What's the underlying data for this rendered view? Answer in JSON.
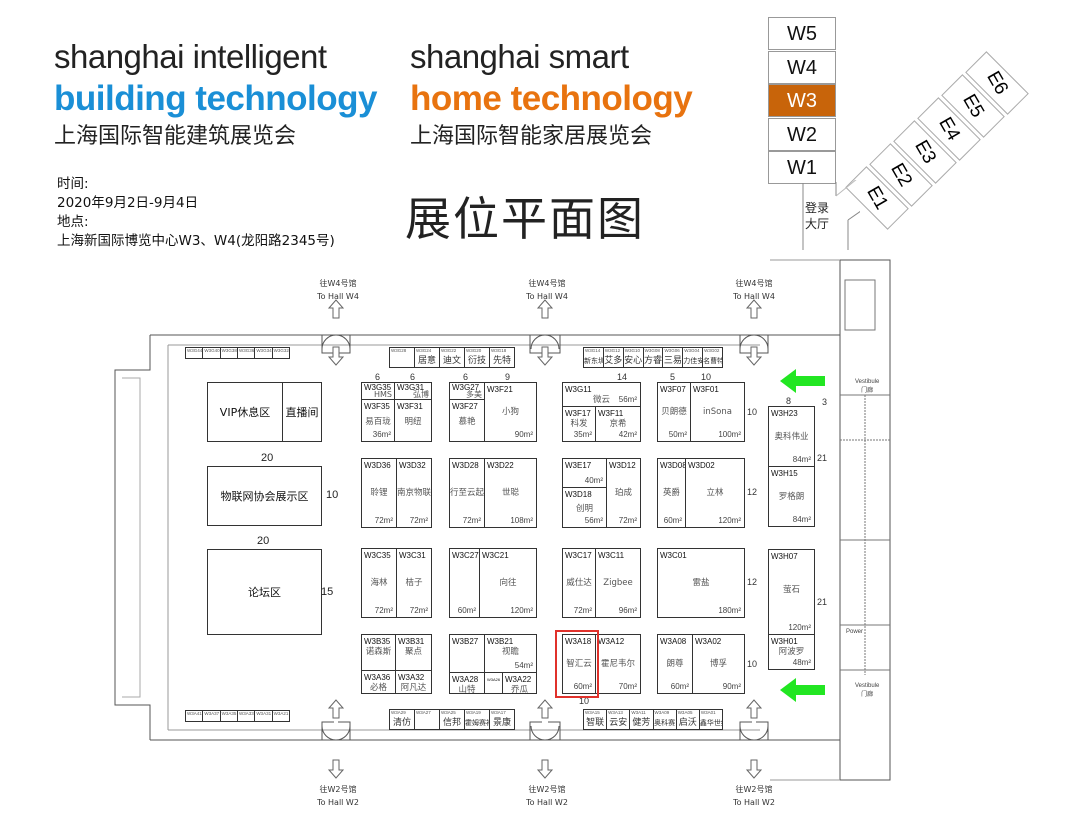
{
  "header": {
    "left_brand": {
      "line1": "shanghai intelligent",
      "line2": "building technology",
      "cn": "上海国际智能建筑展览会",
      "accent": "#1a8fd6"
    },
    "right_brand": {
      "line1": "shanghai smart",
      "line2": "home technology",
      "cn": "上海国际智能家居展览会",
      "accent": "#e8730f"
    },
    "info": {
      "time_label": "时间:",
      "time": "2020年9月2日-9月4日",
      "place_label": "地点:",
      "place": "上海新国际博览中心W3、W4(龙阳路2345号)"
    },
    "title": "展位平面图"
  },
  "hall_map": {
    "west_halls": [
      "W5",
      "W4",
      "W3",
      "W2",
      "W1"
    ],
    "current_hall": "W3",
    "current_color": "#c8640a",
    "east_halls": [
      "E1",
      "E2",
      "E3",
      "E4",
      "E5",
      "E6"
    ],
    "lobby": "登录\n大厅"
  },
  "gates": {
    "top": {
      "cn": "往W4号馆",
      "en": "To Hall W4"
    },
    "bottom": {
      "cn": "往W2号馆",
      "en": "To Hall W2"
    },
    "vestibule": {
      "en": "Vestibule",
      "cn": "门廊"
    },
    "power": "Power"
  },
  "zones": {
    "vip": "VIP休息区",
    "live": "直播间",
    "iot": "物联网协会展示区",
    "forum": "论坛区",
    "dims": [
      "20",
      "10",
      "20",
      "15"
    ]
  },
  "dims_top": [
    "6",
    "6",
    "6",
    "9",
    "14",
    "5",
    "10"
  ],
  "dims_side": [
    "10",
    "12",
    "12",
    "10",
    "8",
    "21",
    "21",
    "3",
    "10"
  ],
  "booths": [
    {
      "id": "W3G35",
      "name": "HMS",
      "area": ""
    },
    {
      "id": "W3G31",
      "name": "弘博",
      "area": ""
    },
    {
      "id": "W3F35",
      "name": "易百珑",
      "area": "36m²"
    },
    {
      "id": "W3F31",
      "name": "明纽",
      "area": ""
    },
    {
      "id": "W3G27",
      "name": "多美",
      "area": ""
    },
    {
      "id": "W3F27",
      "name": "慕艳",
      "area": ""
    },
    {
      "id": "W3F21",
      "name": "小狗",
      "area": "90m²"
    },
    {
      "id": "W3G11",
      "name": "微云",
      "area": "56m²"
    },
    {
      "id": "W3F17",
      "name": "科发",
      "area": "35m²"
    },
    {
      "id": "W3F11",
      "name": "京希",
      "area": "42m²"
    },
    {
      "id": "W3F07",
      "name": "贝朗德",
      "area": "50m²"
    },
    {
      "id": "W3F01",
      "name": "inSona",
      "area": "100m²"
    },
    {
      "id": "W3D36",
      "name": "聆锂",
      "area": "72m²"
    },
    {
      "id": "W3D32",
      "name": "南京物联",
      "area": "72m²"
    },
    {
      "id": "W3D28",
      "name": "行至云起",
      "area": "72m²"
    },
    {
      "id": "W3D22",
      "name": "世聪",
      "area": "108m²"
    },
    {
      "id": "W3E17",
      "name": "",
      "area": "40m²"
    },
    {
      "id": "W3D18",
      "name": "创明",
      "area": "56m²"
    },
    {
      "id": "W3D12",
      "name": "珀成",
      "area": "72m²"
    },
    {
      "id": "W3D08",
      "name": "英爵",
      "area": "60m²"
    },
    {
      "id": "W3D02",
      "name": "立林",
      "area": "120m²"
    },
    {
      "id": "W3C35",
      "name": "海林",
      "area": "72m²"
    },
    {
      "id": "W3C31",
      "name": "桔子",
      "area": "72m²"
    },
    {
      "id": "W3C27",
      "name": "",
      "area": "60m²"
    },
    {
      "id": "W3C21",
      "name": "向往",
      "area": "120m²"
    },
    {
      "id": "W3C17",
      "name": "威仕达",
      "area": "72m²"
    },
    {
      "id": "W3C11",
      "name": "Zigbee",
      "area": "96m²"
    },
    {
      "id": "W3C01",
      "name": "雷盐",
      "area": "180m²"
    },
    {
      "id": "W3B35",
      "name": "诺森斯",
      "area": ""
    },
    {
      "id": "W3B31",
      "name": "聚点",
      "area": ""
    },
    {
      "id": "W3A36",
      "name": "必格",
      "area": ""
    },
    {
      "id": "W3A32",
      "name": "阿凡达",
      "area": ""
    },
    {
      "id": "W3B27",
      "name": "",
      "area": ""
    },
    {
      "id": "W3B21",
      "name": "视瞻",
      "area": "54m²"
    },
    {
      "id": "W3A28",
      "name": "山特",
      "area": ""
    },
    {
      "id": "W3A26",
      "name": "",
      "area": ""
    },
    {
      "id": "W3A22",
      "name": "乔瓜",
      "area": ""
    },
    {
      "id": "W3A18",
      "name": "智汇云",
      "area": "60m²"
    },
    {
      "id": "W3A12",
      "name": "霍尼韦尔",
      "area": "70m²"
    },
    {
      "id": "W3A08",
      "name": "朗尊",
      "area": "60m²"
    },
    {
      "id": "W3A02",
      "name": "博孚",
      "area": "90m²"
    },
    {
      "id": "W3H23",
      "name": "奥科伟业",
      "area": "84m²"
    },
    {
      "id": "W3H15",
      "name": "罗格朗",
      "area": "84m²"
    },
    {
      "id": "W3H07",
      "name": "萤石",
      "area": "120m²"
    },
    {
      "id": "W3H01",
      "name": "阿波罗",
      "area": "48m²"
    }
  ],
  "highlighted_booth": "W3A18",
  "strips": [
    {
      "cells": [
        {
          "id": "W3G44",
          "name": ""
        },
        {
          "id": "W3G40",
          "name": ""
        },
        {
          "id": "W3G38",
          "name": ""
        },
        {
          "id": "W3G36",
          "name": ""
        },
        {
          "id": "W3G34",
          "name": ""
        },
        {
          "id": "W3G32",
          "name": ""
        }
      ]
    },
    {
      "cells": [
        {
          "id": "W3G28",
          "name": ""
        },
        {
          "id": "W3G24",
          "name": "居意"
        },
        {
          "id": "W3G22",
          "name": "迪文"
        },
        {
          "id": "W3G20",
          "name": "衍技"
        },
        {
          "id": "W3G18",
          "name": "先特"
        }
      ]
    },
    {
      "cells": [
        {
          "id": "W3G14",
          "name": "新东圳"
        },
        {
          "id": "W3G12",
          "name": "艾多"
        },
        {
          "id": "W3G10",
          "name": "安心"
        },
        {
          "id": "W3G08",
          "name": "方睿"
        },
        {
          "id": "W3G06",
          "name": "三易"
        },
        {
          "id": "W3G04",
          "name": "力佳安"
        },
        {
          "id": "W3G02",
          "name": "名曹特"
        }
      ]
    },
    {
      "cells": [
        {
          "id": "W3A41",
          "name": ""
        },
        {
          "id": "W3A37",
          "name": ""
        },
        {
          "id": "W3A35",
          "name": ""
        },
        {
          "id": "W3A33",
          "name": ""
        },
        {
          "id": "W3A31",
          "name": ""
        },
        {
          "id": "W3A21",
          "name": ""
        }
      ]
    },
    {
      "cells": [
        {
          "id": "W3A29",
          "name": "清仿"
        },
        {
          "id": "W3A27",
          "name": ""
        },
        {
          "id": "W3A25",
          "name": "信邦"
        },
        {
          "id": "W3A19",
          "name": "霍姆赛福"
        },
        {
          "id": "W3A17",
          "name": "景康"
        }
      ]
    },
    {
      "cells": [
        {
          "id": "W3A15",
          "name": "智联"
        },
        {
          "id": "W3A13",
          "name": "云安"
        },
        {
          "id": "W3A11",
          "name": "健芳"
        },
        {
          "id": "W3A09",
          "name": "奥科赛"
        },
        {
          "id": "W3A05",
          "name": "启沃"
        },
        {
          "id": "W3A01",
          "name": "鑫华世纪"
        }
      ]
    }
  ]
}
